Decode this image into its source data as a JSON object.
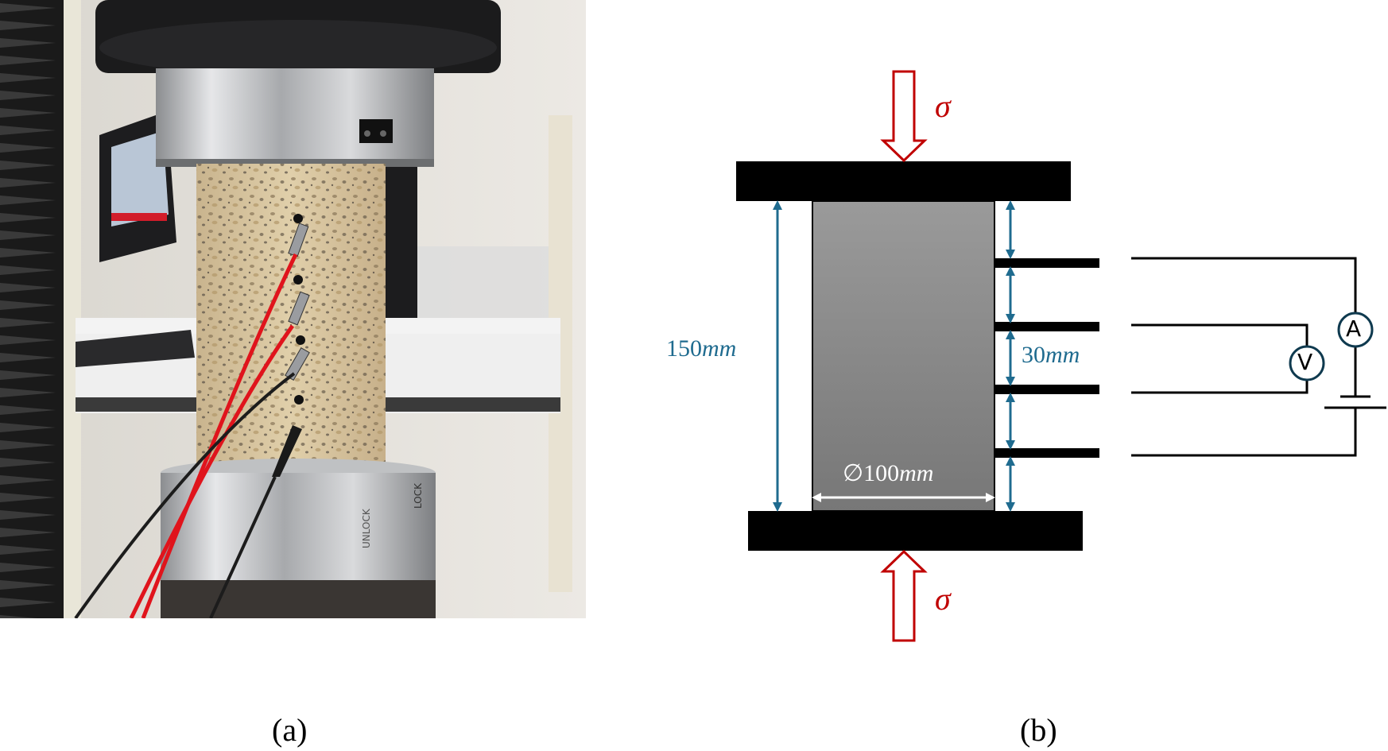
{
  "figure": {
    "panels": [
      {
        "id": "a",
        "caption": "(a)",
        "type": "photograph",
        "description": "Concrete cylinder specimen in compression testing machine with four wire electrodes connected by alligator clips (red and black leads)",
        "labels_visible_on_photo": [
          "UNLOCK",
          "LOCK"
        ]
      },
      {
        "id": "b",
        "caption": "(b)",
        "type": "schematic",
        "load_label_top": "σ",
        "load_label_bottom": "σ",
        "height_label": "150mm",
        "height_value": "150",
        "height_unit": "mm",
        "spacing_label": "30mm",
        "spacing_value": "30",
        "spacing_unit": "mm",
        "diameter_label": "∅100mm",
        "diameter_symbol": "∅",
        "diameter_value": "100",
        "diameter_unit": "mm",
        "electrode_count": 4,
        "ammeter_label": "A",
        "voltmeter_label": "V"
      }
    ]
  },
  "colors": {
    "load_arrow": "#c00000",
    "dimension": "#1f6b8f",
    "plate": "#000000",
    "specimen_top": "#9a9a9a",
    "specimen_bottom": "#777777",
    "meter_ring": "#0f3a4f"
  }
}
